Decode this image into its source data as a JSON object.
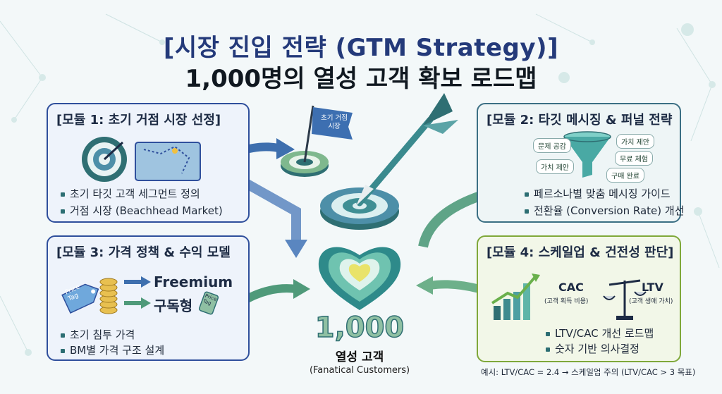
{
  "title": {
    "line1": "[시장 진입 전략 (GTM Strategy)]",
    "line2": "1,000명의 열성 고객 확보 로드맵"
  },
  "center": {
    "flag_label_1": "초기 거점",
    "flag_label_2": "시장",
    "number": "1,000",
    "label": "열성 고객",
    "sub": "(Fanatical Customers)"
  },
  "module1": {
    "title": "[모듈 1: 초기 거점 시장 선정]",
    "bullets": [
      "초기 타깃 고객 세그먼트 정의",
      "거점 시장 (Beachhead Market)"
    ]
  },
  "module2": {
    "title": "[모듈 2: 타깃 메시징 & 퍼널 전략",
    "funnel_labels": [
      "문제 공감",
      "가치 제안",
      "가치 제안",
      "무료 체험",
      "구매 완료"
    ],
    "bullets": [
      "페르소나별 맞춤 메시징 가이드",
      "전환율 (Conversion Rate) 개선"
    ]
  },
  "module3": {
    "title": "[모듈 3: 가격 정책 & 수익 모델",
    "tag_text_1": "Price",
    "tag_text_2": "Tag",
    "small_tag_1": "Price",
    "small_tag_2": "Tag",
    "model_1": "Freemium",
    "model_2": "구독형",
    "bullets": [
      "초기 침투 가격",
      "BM별 가격 구조 설계"
    ]
  },
  "module4": {
    "title": "[모듈 4: 스케일업 & 건전성 판단]",
    "cac": "CAC",
    "cac_sub": "(고객 획득 비용)",
    "ltv": "LTV",
    "ltv_sub": "(고객 생애 가치)",
    "bullets": [
      "LTV/CAC 개선 로드맵",
      "숫자 기반 의사결정"
    ],
    "footnote": "예시: LTV/CAC = 2.4 → 스케일업 주의 (LTV/CAC > 3 목표)"
  },
  "colors": {
    "navy": "#2f4f9c",
    "teal": "#2f6f73",
    "green": "#7fa83a",
    "arrow_blue": "#3e6fae",
    "arrow_green": "#4f9a7a"
  }
}
